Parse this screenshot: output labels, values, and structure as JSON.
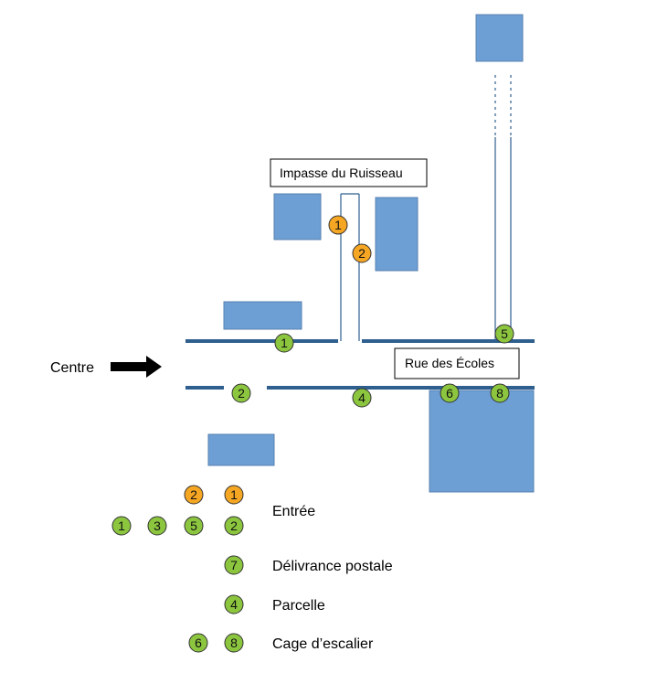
{
  "labels": {
    "impasse": "Impasse du Ruisseau",
    "rue": "Rue des Écoles",
    "centre": "Centre"
  },
  "map_badges": [
    {
      "kind": "entree",
      "num": "1"
    },
    {
      "kind": "entree",
      "num": "2"
    },
    {
      "kind": "other",
      "num": "1"
    },
    {
      "kind": "other",
      "num": "5"
    },
    {
      "kind": "other",
      "num": "2"
    },
    {
      "kind": "other",
      "num": "4"
    },
    {
      "kind": "other",
      "num": "6"
    },
    {
      "kind": "other",
      "num": "8"
    }
  ],
  "legend": {
    "entree_orange": [
      "2",
      "1"
    ],
    "entree_green": [
      "1",
      "3",
      "5",
      "2"
    ],
    "entree_label": "Entrée",
    "postale_badge": "7",
    "postale_label": "Délivrance postale",
    "parcelle_badge": "4",
    "parcelle_label": "Parcelle",
    "cage_badges": [
      "6",
      "8"
    ],
    "cage_label": "Cage d’escalier"
  },
  "colors": {
    "building": "#6d9fd4",
    "building_stroke": "#5882b0",
    "road": "#2e5f8f",
    "green_badge": "#8cc63f",
    "orange_badge": "#f5a623",
    "badge_stroke": "#333333",
    "arrow": "#000000"
  }
}
